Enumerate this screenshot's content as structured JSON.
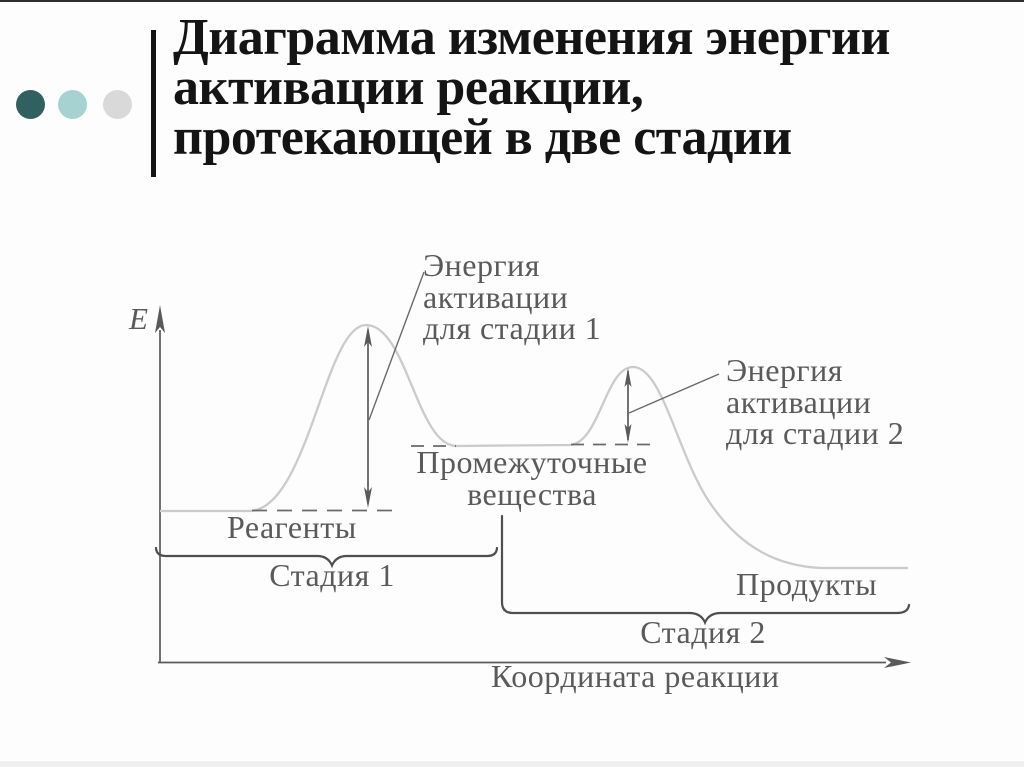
{
  "slide": {
    "title": "Диаграмма изменения энергии\nактивации реакции,\nпротекающей в две стадии",
    "title_color": "#141414",
    "background_color": "#fdfdfd"
  },
  "decoration": {
    "bullets": [
      {
        "name": "bullet-dark-teal",
        "color": "#30605f"
      },
      {
        "name": "bullet-light-teal",
        "color": "#a6d3d1"
      },
      {
        "name": "bullet-light-gray",
        "color": "#d9d9d9"
      }
    ],
    "title_bar_color": "#141414"
  },
  "diagram": {
    "ink_color": "#5a5a5a",
    "curve_color": "#cbcbcb",
    "y_axis_label": "E",
    "x_axis_label": "Координата реакции",
    "labels": {
      "activation_stage1": "Энергия\nактивации\nдля стадии 1",
      "activation_stage2": "Энергия\nактивации\nдля стадии 2",
      "reagents": "Реагенты",
      "intermediates": "Промежуточные\nвещества",
      "products": "Продукты",
      "stage1": "Стадия 1",
      "stage2": "Стадия 2"
    },
    "structure": {
      "stages": [
        "Стадия 1",
        "Стадия 2"
      ],
      "energy_order_high_to_low": [
        "пик стадии 1",
        "пик стадии 2",
        "реагенты",
        "промежуточные вещества",
        "продукты"
      ]
    }
  }
}
